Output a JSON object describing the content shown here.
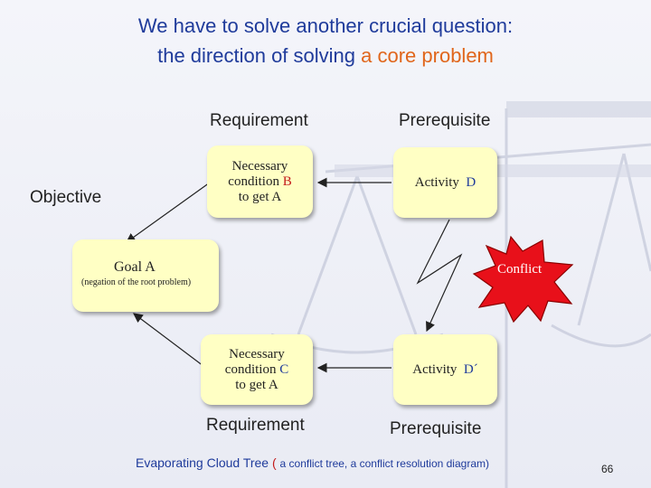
{
  "title": {
    "line1": "We have to solve another crucial question:",
    "line2_plain": "the direction of solving",
    "line2_accent": "a core problem"
  },
  "labels": {
    "requirement_top": "Requirement",
    "prerequisite_top": "Prerequisite",
    "objective": "Objective",
    "requirement_bottom": "Requirement",
    "prerequisite_bottom": "Prerequisite"
  },
  "boxes": {
    "cond_b": {
      "line1": "Necessary",
      "line2a": "condition",
      "line2b": "B",
      "line3": "to get A"
    },
    "activity_d": {
      "text": "Activity",
      "letter": "D"
    },
    "goal": {
      "main": "Goal A",
      "sub": "(negation of the root problem)"
    },
    "cond_c": {
      "line1": "Necessary",
      "line2a": "condition",
      "line2b": "C",
      "line3": "to get A"
    },
    "activity_d2": {
      "text": "Activity",
      "letter": "D´"
    }
  },
  "conflict": {
    "text": "Conflict"
  },
  "footer": {
    "main": "Evaporating Cloud Tree",
    "paren_open": "(",
    "detail": "a conflict tree, a conflict resolution diagram)"
  },
  "page_number": "66",
  "colors": {
    "title": "#1f3b9b",
    "accent": "#e0661b",
    "box": "#ffffc4",
    "conflict": "#e8101a"
  }
}
